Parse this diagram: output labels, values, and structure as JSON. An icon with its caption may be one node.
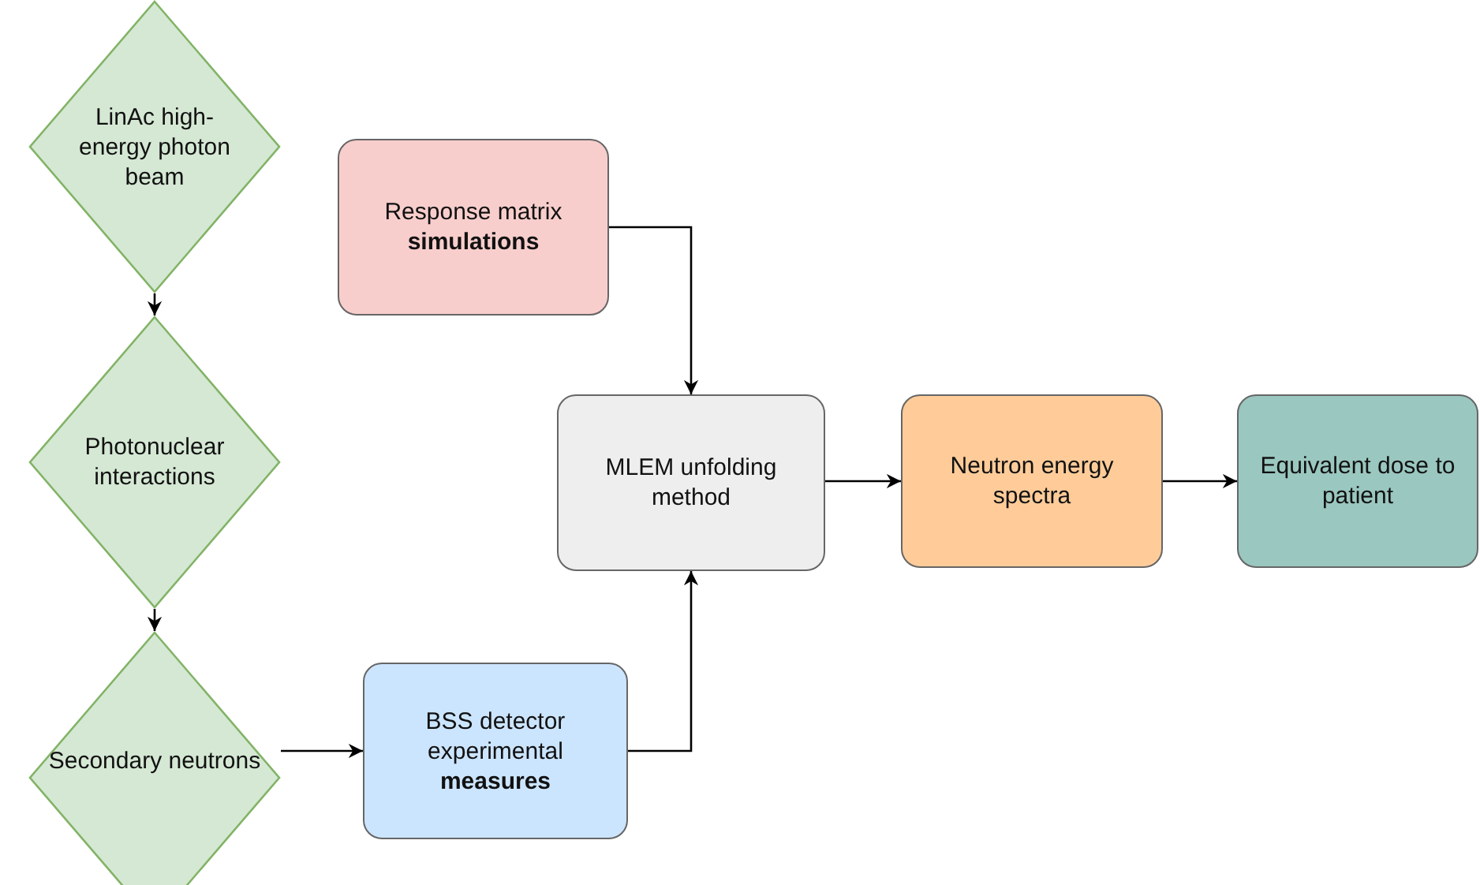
{
  "diagram": {
    "nodes": [
      {
        "text": [
          "LinAc high-energy photon beam"
        ]
      },
      {
        "text": [
          "Photonuclear interactions"
        ]
      },
      {
        "text": [
          "Secondary neutrons"
        ]
      },
      {
        "text": [
          "Response matrix **simulations**"
        ]
      },
      {
        "text": [
          "MLEM unfolding method"
        ]
      },
      {
        "text": [
          "BSS detector experimental **measures**"
        ]
      },
      {
        "text": [
          "Neutron energy spectra"
        ]
      },
      {
        "text": [
          "Equivalent dose to patient"
        ]
      }
    ],
    "edges": [
      {
        "from": 0,
        "to": 1,
        "arrow": "to"
      },
      {
        "from": 1,
        "to": 2,
        "arrow": "to"
      },
      {
        "from": 2,
        "to": 5,
        "arrow": "to"
      },
      {
        "from": 3,
        "to": 4,
        "arrow": "to"
      },
      {
        "from": 5,
        "to": 4,
        "arrow": "to"
      },
      {
        "from": 4,
        "to": 6,
        "arrow": "to"
      },
      {
        "from": 6,
        "to": 7,
        "arrow": "to"
      }
    ]
  }
}
